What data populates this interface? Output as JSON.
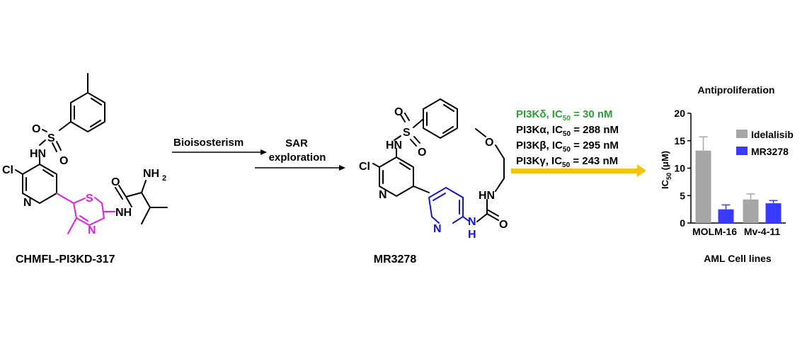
{
  "compounds": {
    "lead": {
      "name": "CHMFL-PI3KD-317",
      "atoms": {
        "nh_sulfonamide": "HN",
        "s": "S",
        "o_top": "O",
        "o_bottom": "O",
        "cl": "Cl",
        "n_pyridine": "N",
        "nh2": "NH",
        "nh2_sub": "2",
        "o_amide": "O",
        "nh_amide": "NH",
        "s_thiazole": "S",
        "n_thiazole": "N"
      }
    },
    "product": {
      "name": "MR3278",
      "atoms": {
        "nh_sulfonamide": "HN",
        "s": "S",
        "o_top": "O",
        "o_bottom": "O",
        "cl": "Cl",
        "n_pyridine": "N",
        "o_methoxy": "O",
        "hn_urea": "HN",
        "n_pyridine2": "N",
        "nh_urea": "N",
        "nh_urea_h": "H",
        "o_urea": "O"
      }
    }
  },
  "steps": {
    "step1": "Bioisosterism",
    "step2_line1": "SAR",
    "step2_line2": "exploration"
  },
  "activity": [
    {
      "prefix": "PI3Kδ, IC",
      "sub": "50",
      "suffix": " = 30 nM",
      "color": "#2e9e3a"
    },
    {
      "prefix": "PI3Kα, IC",
      "sub": "50",
      "suffix": " = 288 nM",
      "color": "#000000"
    },
    {
      "prefix": "PI3Kβ, IC",
      "sub": "50",
      "suffix": " = 295 nM",
      "color": "#000000"
    },
    {
      "prefix": "PI3Kγ, IC",
      "sub": "50",
      "suffix": " = 243 nM",
      "color": "#000000"
    }
  ],
  "colors": {
    "magenta": "#e01ee0",
    "blue": "#1414d2",
    "arrow": "#f2c40f",
    "green": "#2e9e3a"
  },
  "chart_data": {
    "type": "bar",
    "title": "Antiproliferation",
    "categories": [
      "MOLM-16",
      "Mv-4-11"
    ],
    "series": [
      {
        "name": "Idelalisib",
        "values": [
          13.2,
          4.3
        ],
        "errors": [
          2.5,
          1.0
        ],
        "color": "#a6a6a6"
      },
      {
        "name": "MR3278",
        "values": [
          2.5,
          3.6
        ],
        "errors": [
          0.8,
          0.5
        ],
        "color": "#3a3aff"
      }
    ],
    "xlabel": "AML Cell lines",
    "ylabel_main": "IC",
    "ylabel_sub": "50",
    "ylabel_unit": " (μM)",
    "ylim": [
      0,
      20
    ],
    "yticks": [
      "0",
      "5",
      "10",
      "15",
      "20"
    ],
    "legend": "top-right"
  }
}
